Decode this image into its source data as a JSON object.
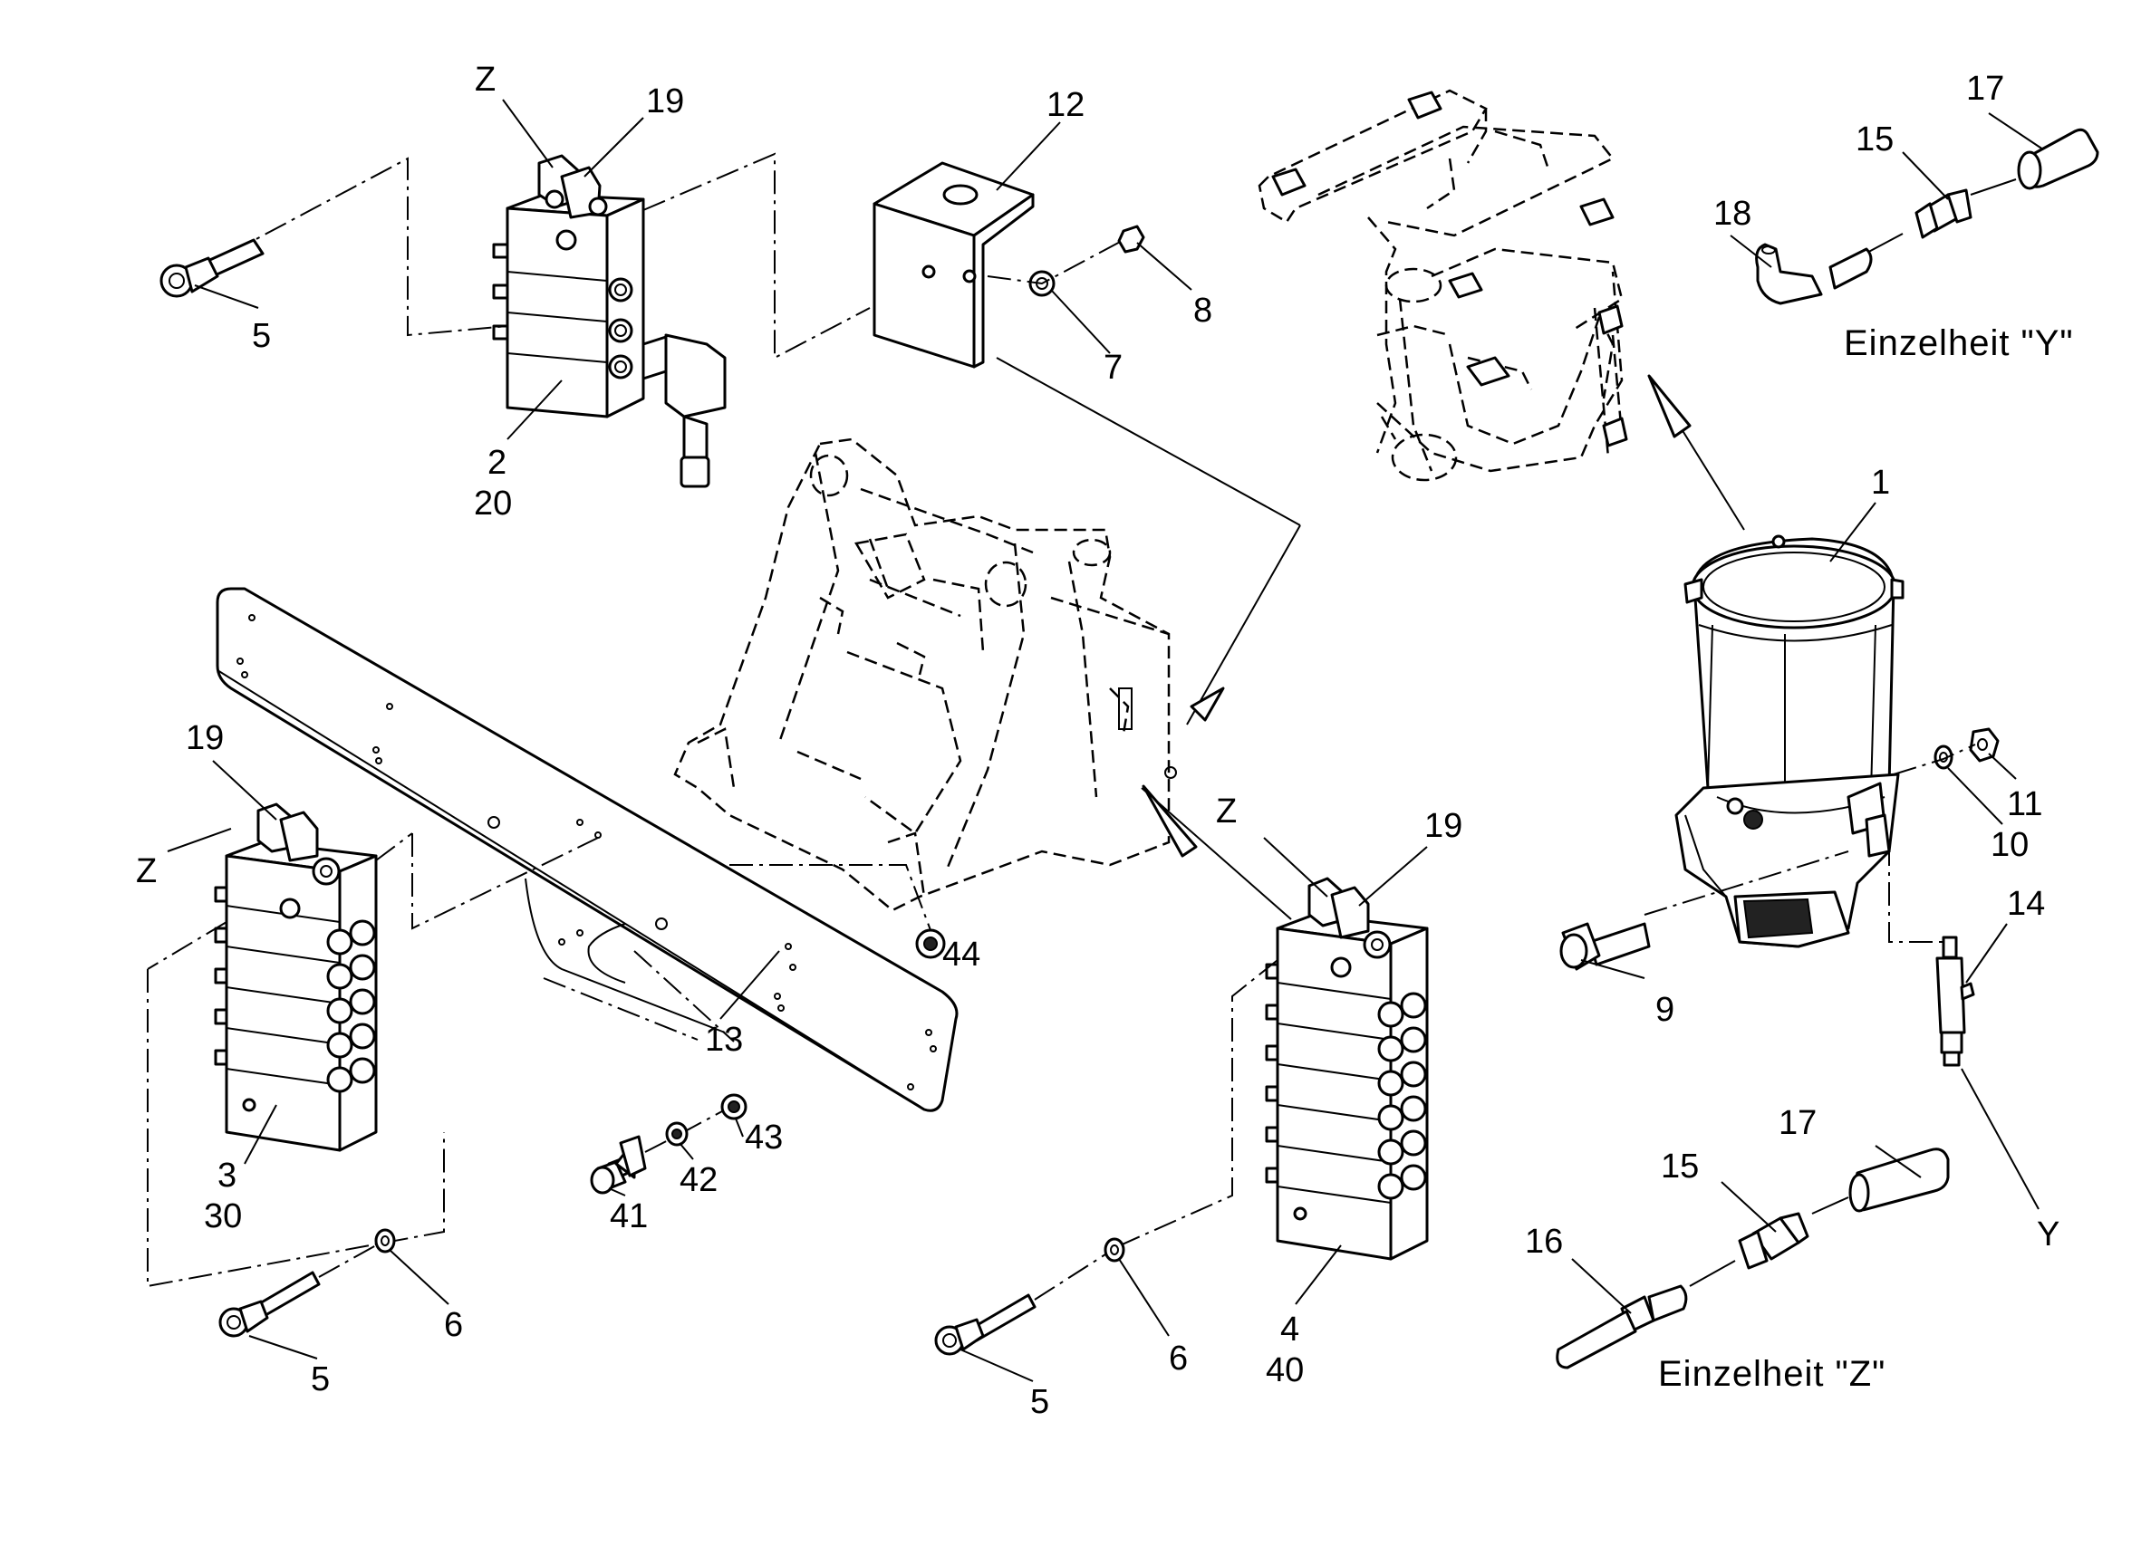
{
  "callouts": [
    {
      "id": "c-z-top",
      "text": "Z"
    },
    {
      "id": "c-19-top",
      "text": "19"
    },
    {
      "id": "c-5-top",
      "text": "5"
    },
    {
      "id": "c-2",
      "text": "2"
    },
    {
      "id": "c-20",
      "text": "20"
    },
    {
      "id": "c-12",
      "text": "12"
    },
    {
      "id": "c-7",
      "text": "7"
    },
    {
      "id": "c-8",
      "text": "8"
    },
    {
      "id": "c-17-top",
      "text": "17"
    },
    {
      "id": "c-15-top",
      "text": "15"
    },
    {
      "id": "c-18",
      "text": "18"
    },
    {
      "id": "c-1",
      "text": "1"
    },
    {
      "id": "c-19-left",
      "text": "19"
    },
    {
      "id": "c-z-left",
      "text": "Z"
    },
    {
      "id": "c-3",
      "text": "3"
    },
    {
      "id": "c-30",
      "text": "30"
    },
    {
      "id": "c-5-left",
      "text": "5"
    },
    {
      "id": "c-6-left",
      "text": "6"
    },
    {
      "id": "c-44",
      "text": "44"
    },
    {
      "id": "c-13",
      "text": "13"
    },
    {
      "id": "c-43",
      "text": "43"
    },
    {
      "id": "c-42",
      "text": "42"
    },
    {
      "id": "c-41",
      "text": "41"
    },
    {
      "id": "c-z-right",
      "text": "Z"
    },
    {
      "id": "c-19-right",
      "text": "19"
    },
    {
      "id": "c-4",
      "text": "4"
    },
    {
      "id": "c-40",
      "text": "40"
    },
    {
      "id": "c-6-mid",
      "text": "6"
    },
    {
      "id": "c-5-mid",
      "text": "5"
    },
    {
      "id": "c-11",
      "text": "11"
    },
    {
      "id": "c-10",
      "text": "10"
    },
    {
      "id": "c-9",
      "text": "9"
    },
    {
      "id": "c-14",
      "text": "14"
    },
    {
      "id": "c-y",
      "text": "Y"
    },
    {
      "id": "c-17-bot",
      "text": "17"
    },
    {
      "id": "c-15-bot",
      "text": "15"
    },
    {
      "id": "c-16",
      "text": "16"
    }
  ],
  "details": {
    "y_caption": "Einzelheit \"Y\"",
    "z_caption": "Einzelheit \"Z\""
  }
}
